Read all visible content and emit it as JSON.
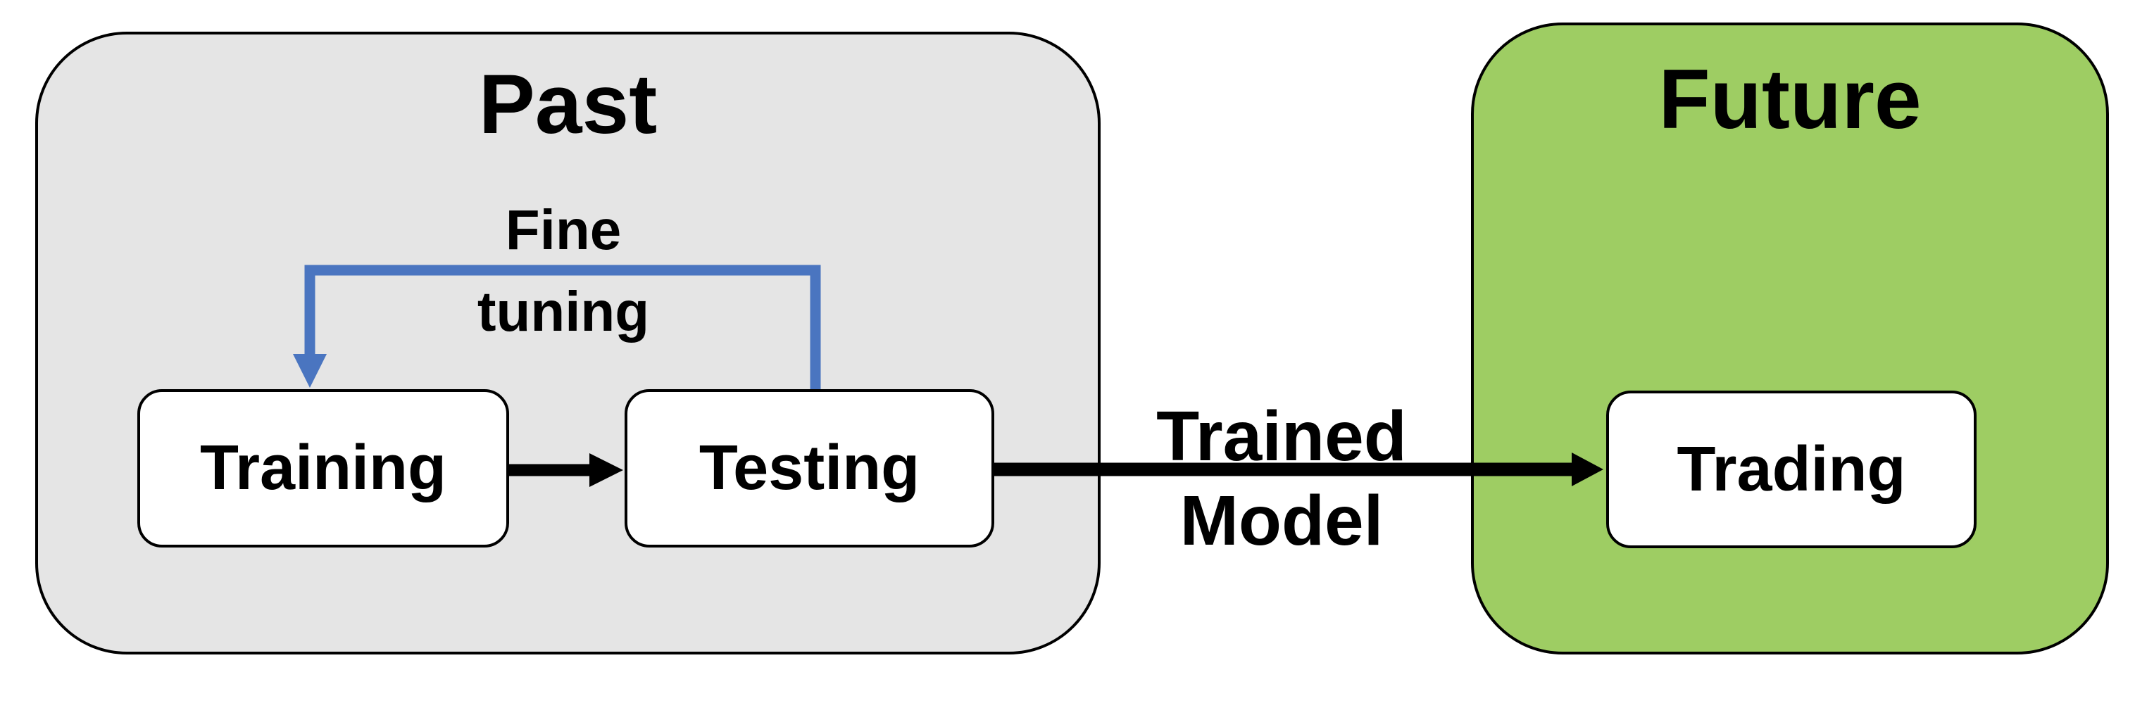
{
  "colors": {
    "page_bg": "#ffffff",
    "past_fill": "#e5e5e5",
    "future_fill": "#9ecd63",
    "node_fill": "#ffffff",
    "outline": "#000000",
    "flow_arrow": "#000000",
    "feedback_arrow": "#4a75c0",
    "text": "#000000"
  },
  "regions": {
    "past": {
      "title": "Past"
    },
    "future": {
      "title": "Future"
    }
  },
  "nodes": {
    "training": {
      "label": "Training",
      "region": "Past"
    },
    "testing": {
      "label": "Testing",
      "region": "Past"
    },
    "trading": {
      "label": "Trading",
      "region": "Future"
    }
  },
  "arrows": {
    "training_to_testing": {
      "from": "Training",
      "to": "Testing"
    },
    "testing_to_trading": {
      "from": "Testing",
      "to": "Trading",
      "label_line1": "Trained",
      "label_line2": "Model"
    },
    "feedback": {
      "from": "Testing",
      "to": "Training",
      "label_line1": "Fine",
      "label_line2": "tuning"
    }
  }
}
